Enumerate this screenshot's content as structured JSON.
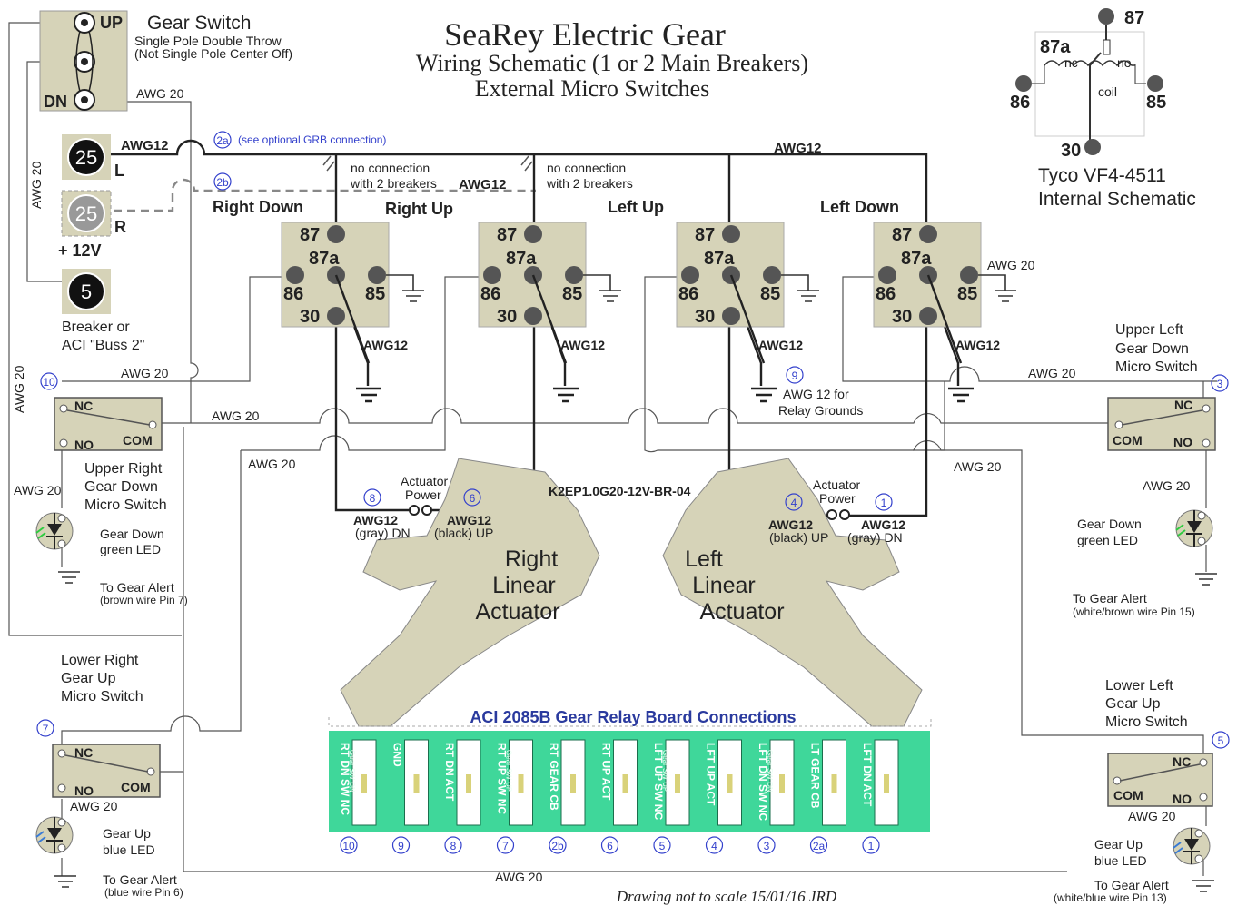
{
  "title": {
    "main": "SeaRey Electric Gear",
    "sub1": "Wiring Schematic (1 or 2 Main Breakers)",
    "sub2": "External Micro Switches"
  },
  "gear_switch": {
    "title": "Gear Switch",
    "desc1": "Single Pole Double Throw",
    "desc2": "(Not Single Pole Center Off)",
    "up": "UP",
    "dn": "DN",
    "awg": "AWG 20"
  },
  "breakers": {
    "b25l": "25",
    "l": "L",
    "b25r": "25",
    "r": "R",
    "v12": "+ 12V",
    "b5": "5",
    "label1": "Breaker or",
    "label2": "ACI \"Buss 2\""
  },
  "wires": {
    "awg12_top": "AWG12",
    "awg12_mid": "AWG12",
    "awg12_dash": "AWG12",
    "awg20_left": "AWG 20",
    "awg20_far_left": "AWG 20",
    "awg20_a": "AWG 20",
    "awg20_b": "AWG 20",
    "awg20_c": "AWG 20",
    "awg20_d": "AWG 20",
    "awg20_e": "AWG 20",
    "awg20_f": "AWG 20",
    "awg20_g": "AWG 20",
    "awg20_h": "AWG 20",
    "awg20_bottom": "AWG 20",
    "awg20_relay4": "AWG 20",
    "awg20_ledr": "AWG 20",
    "awg20_lowr": "AWG 20",
    "awg20_lowl": "AWG 20",
    "grb_note": "(see optional GRB connection)",
    "n2a": "2a",
    "n2b": "2b",
    "noconn1": "no connection",
    "noconn2": "with 2 breakers",
    "noconn3": "no connection",
    "noconn4": "with 2 breakers"
  },
  "relays": [
    {
      "name": "Right Down",
      "p87": "87",
      "p87a": "87a",
      "p86": "86",
      "p85": "85",
      "p30": "30",
      "awg": "AWG12"
    },
    {
      "name": "Right Up",
      "p87": "87",
      "p87a": "87a",
      "p86": "86",
      "p85": "85",
      "p30": "30",
      "awg": "AWG12"
    },
    {
      "name": "Left Up",
      "p87": "87",
      "p87a": "87a",
      "p86": "86",
      "p85": "85",
      "p30": "30",
      "awg": "AWG12"
    },
    {
      "name": "Left Down",
      "p87": "87",
      "p87a": "87a",
      "p86": "86",
      "p85": "85",
      "p30": "30",
      "awg": "AWG12"
    }
  ],
  "ground_note": {
    "n": "9",
    "l1": "AWG 12 for",
    "l2": "Relay Grounds"
  },
  "tyco": {
    "p87": "87",
    "p87a": "87a",
    "nc": "nc",
    "no": "no",
    "coil": "coil",
    "p86": "86",
    "p85": "85",
    "p30": "30",
    "name1": "Tyco VF4-4511",
    "name2": "Internal Schematic"
  },
  "switches": {
    "ur": {
      "title1": "Upper Right",
      "title2": "Gear Down",
      "title3": "Micro Switch",
      "nc": "NC",
      "no": "NO",
      "com": "COM",
      "num": "10"
    },
    "ul": {
      "title1": "Upper Left",
      "title2": "Gear Down",
      "title3": "Micro Switch",
      "nc": "NC",
      "no": "NO",
      "com": "COM",
      "num": "3"
    },
    "lr": {
      "title1": "Lower Right",
      "title2": "Gear Up",
      "title3": "Micro Switch",
      "nc": "NC",
      "no": "NO",
      "com": "COM",
      "num": "7"
    },
    "ll": {
      "title1": "Lower Left",
      "title2": "Gear Up",
      "title3": "Micro Switch",
      "nc": "NC",
      "no": "NO",
      "com": "COM",
      "num": "5"
    }
  },
  "leds": {
    "r_down1": "Gear Down",
    "r_down2": "green LED",
    "r_alert1": "To Gear Alert",
    "r_alert2": "(brown wire Pin 7)",
    "l_down1": "Gear Down",
    "l_down2": "green LED",
    "l_alert1": "To Gear Alert",
    "l_alert2": "(white/brown wire Pin 15)",
    "r_up1": "Gear Up",
    "r_up2": "blue LED",
    "r_upalert1": "To Gear Alert",
    "r_upalert2": "(blue wire Pin 6)",
    "l_up1": "Gear Up",
    "l_up2": "blue LED",
    "l_upalert1": "To Gear Alert",
    "l_upalert2": "(white/blue wire Pin 13)",
    "green": "#2ecc40",
    "blue": "#3a7bd5"
  },
  "actuators": {
    "right": {
      "l1": "Right",
      "l2": "Linear",
      "l3": "Actuator",
      "power1": "Actuator",
      "power2": "Power",
      "n8": "8",
      "n6": "6",
      "awg_a": "AWG12",
      "awg_b": "AWG12",
      "dn": "(gray) DN",
      "up": "(black) UP"
    },
    "left": {
      "l1": "Left",
      "l2": "Linear",
      "l3": "Actuator",
      "power1": "Actuator",
      "power2": "Power",
      "n4": "4",
      "n1": "1",
      "awg_a": "AWG12",
      "awg_b": "AWG12",
      "up": "(black) UP",
      "dn": "(gray) DN"
    },
    "part": "K2EP1.0G20-12V-BR-04"
  },
  "board": {
    "title": "ACI 2085B Gear Relay Board Connections",
    "color": "#3fd79a",
    "slots": [
      {
        "l": "RT DN SW NC",
        "s": "Gear SW DN",
        "n": "10"
      },
      {
        "l": "GND",
        "s": "",
        "n": "9"
      },
      {
        "l": "RT DN ACT",
        "s": "",
        "n": "8"
      },
      {
        "l": "RT UP SW NC",
        "s": "Gear SW UP",
        "n": "7"
      },
      {
        "l": "RT GEAR CB",
        "s": "",
        "n": "2b"
      },
      {
        "l": "RT UP ACT",
        "s": "",
        "n": "6"
      },
      {
        "l": "LFT UP SW NC",
        "s": "Gear SW UP",
        "n": "5"
      },
      {
        "l": "LFT UP ACT",
        "s": "",
        "n": "4"
      },
      {
        "l": "LFT DN SW NC",
        "s": "Gear SW DN",
        "n": "3"
      },
      {
        "l": "LT GEAR CB",
        "s": "",
        "n": "2a"
      },
      {
        "l": "LFT DN ACT",
        "s": "",
        "n": "1"
      }
    ]
  },
  "footer": "Drawing not to scale 15/01/16 JRD"
}
